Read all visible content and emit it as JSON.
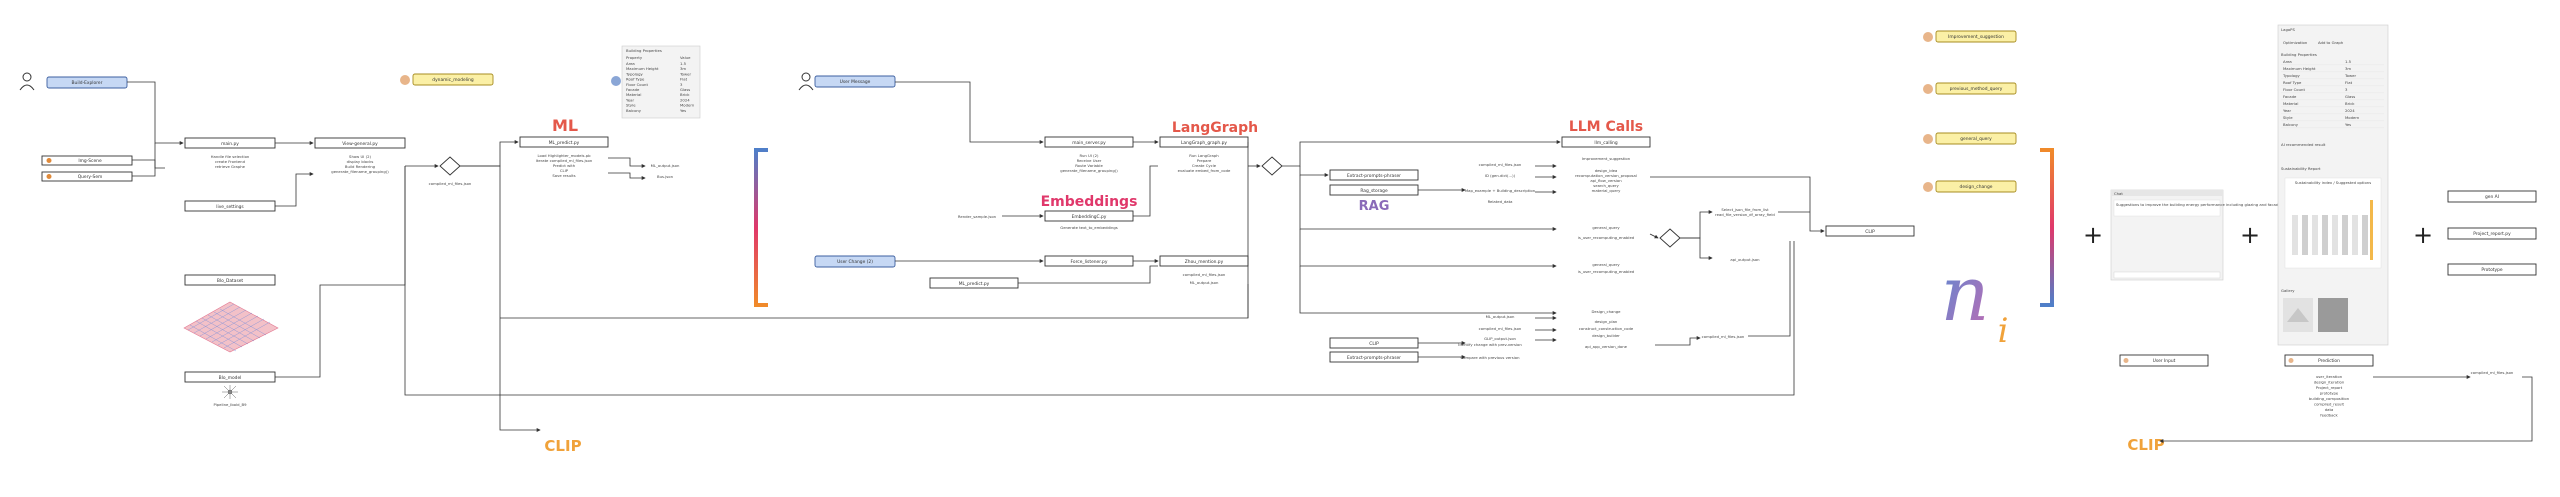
{
  "colors": {
    "bubble_blue": "#c6d8f4",
    "bubble_yellow": "#fbf0a6",
    "ml_red": "#e4584a",
    "clip_orange": "#f0a23a",
    "bracket_top": "#4f7fc9",
    "bracket_mid": "#e0386b",
    "bracket_bottom": "#f08a2a"
  },
  "left_section": {
    "user_bubble": "Build-Explorer",
    "inputs": [
      "Img-Scene",
      "Query-Sem"
    ],
    "main_py": "main.py",
    "view_general_py": "View-general.py",
    "main_notes": [
      "Handle file selection",
      "create Frontend",
      "retrieve Graphe"
    ],
    "view_notes": [
      "Show UI (2)",
      "display blocks",
      "Build Rendering",
      "generate_filename_grouping()"
    ],
    "live_settings": "live_settings",
    "blo_dataset": "Blo_Dataset",
    "blo_model": "Blo_model",
    "model_caption": "Pipeline_Ibold_B9",
    "filter_out": "compiled_ml_files.json",
    "dynamic_bubble": "dynamic_modeling",
    "ml_label": "ML",
    "ml_predict": "ML_predict.py",
    "ml_notes": [
      "Load Highlighter_models.pb",
      "Iterate compiled_ml_files.json",
      "Predict with",
      "CLIP",
      "Save results"
    ],
    "ml_outputs": [
      "ML_output.json",
      "Bus.json"
    ],
    "clip_label": "CLIP"
  },
  "properties_table": {
    "title": "Building Properties",
    "header": [
      "Property",
      "Value"
    ],
    "rows": [
      [
        "Area",
        "1.5"
      ],
      [
        "Maximum Height",
        "3m"
      ],
      [
        "Typology",
        "Tower"
      ],
      [
        "Roof Type",
        "Flat"
      ],
      [
        "Floor Count",
        "3"
      ],
      [
        "Facade",
        "Glass"
      ],
      [
        "Material",
        "Brick"
      ],
      [
        "Year",
        "2024"
      ],
      [
        "Style",
        "Modern"
      ],
      [
        "Balcony",
        "Yes"
      ]
    ]
  },
  "middle_section": {
    "user_bubble": "User Message",
    "user_bubble_2": "User Change (2)",
    "main_server": "main_server.py",
    "langgraph_py": "LangGraph_graph.py",
    "server_notes": [
      "Run UI (2)",
      "Receive User",
      "Route Variable",
      "generate_filename_grouping()"
    ],
    "graph_notes": [
      "Run LangGraph",
      "Prepare",
      "Create Cycle",
      "evaluate embed_from_code"
    ],
    "langgraph_label": "LangGraph",
    "embeddings_label": "Embeddings",
    "embedding_py": "EmbeddingC.py",
    "embed_note": "Generate text_to_embeddings",
    "render_sample": "Render_sample.json",
    "force_listener": "Force_listener.py",
    "zhou_mention": "Zhou_mention.py",
    "ml_predict_2": "ML_predict.py",
    "outputs_2": [
      "compiled_ml_files.json",
      "ML_output.json"
    ],
    "rag_label": "RAG",
    "rag_boxes": [
      "Extract-prompts-phraser",
      "Rag_storage"
    ],
    "rag_notes": [
      "compiled_ml_files.json",
      "ID (gen.dict(...))",
      "Map_example + Building_description",
      "Related_data"
    ],
    "llm_calls_label": "LLM Calls",
    "llm_box": "llm_calling",
    "llm_notes": [
      "Improvement_suggestion",
      "design_idea",
      "recomputation_version_proposal",
      "api_flow_version",
      "search_query",
      "material_query"
    ],
    "general_query": "general_query",
    "general_query_note": "is_user_recomputing_enabled",
    "json_parser_note": "Select_json_file_from_list",
    "json_parser_note2": "read_file_version_df_array_field",
    "api_output": "api_output.json",
    "clip_box": "CLIP",
    "lower_notes": [
      "ML_output.json",
      "compiled_ml_files.json",
      "GLIP_output.json"
    ],
    "lower_boxes": [
      "CLIP",
      "Extract-prompts-phraser"
    ],
    "lower_mid_notes": [
      "Identify change with prev-version",
      "Compare with previous version"
    ],
    "design_change": "Design_change",
    "design_notes": [
      "design_plan",
      "construct_construction_code",
      "design_builder",
      "api_app_version_done"
    ],
    "final_json": "compiled_ml_files.json"
  },
  "right_bubbles": [
    "Improvement_suggestion",
    "previous_method_query",
    "general_query",
    "design_change"
  ],
  "logo_letter": "n",
  "logo_sub": "i",
  "ui_window_1": {
    "title": "Chat",
    "text": "Suggestions to improve the building energy performance including glazing and facade design."
  },
  "ui_window_2": {
    "title": "LagoPS",
    "tabs": [
      "Optimization",
      "Add to Graph"
    ],
    "section_properties": "Building Properties",
    "section_recommend": "AI recommended result",
    "section_sustain": "Sustainability Report",
    "section_gallery": "Gallery",
    "chart_caption": "Sustainability index / Suggested options"
  },
  "ui_button_1": "User Input",
  "ui_button_2": "Prediction",
  "right_list_buttons": [
    "gen AI",
    "Project_report.py",
    "Prototype"
  ],
  "final_output_label": "compiled_ml_files.json",
  "final_output_notes": [
    "user_iteration",
    "design_iteration",
    "Project_report",
    "prototype",
    "building_composition",
    "compiled_result",
    "data",
    "feedback"
  ],
  "clip_bottom": "CLIP"
}
